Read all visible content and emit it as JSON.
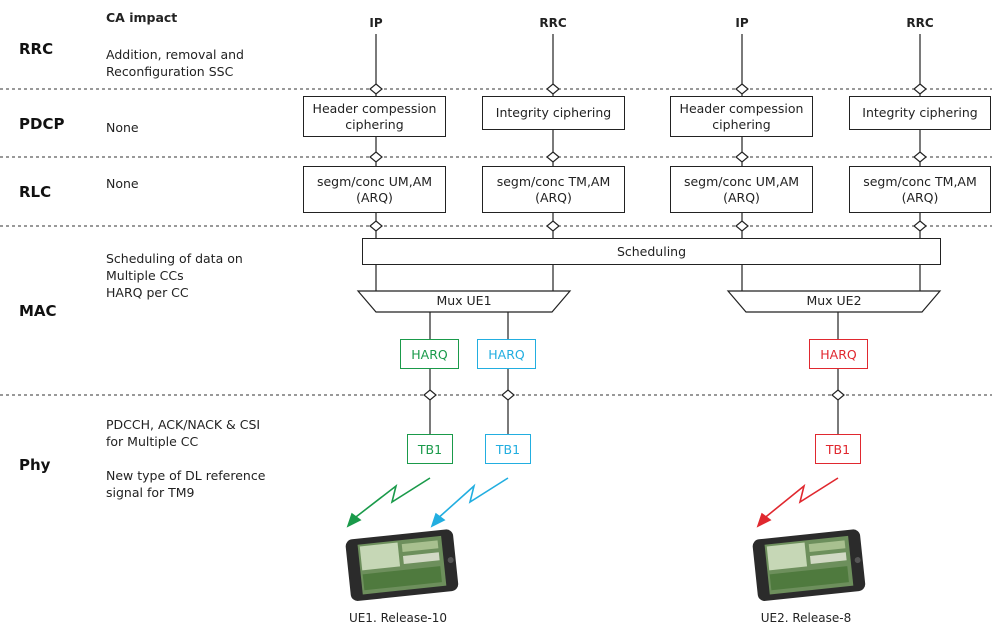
{
  "header": {
    "impact_title": "CA impact",
    "columns": [
      "IP",
      "RRC",
      "IP",
      "RRC"
    ]
  },
  "layers": [
    {
      "name": "RRC",
      "impact": [
        "Addition, removal and",
        "Reconfiguration SSC"
      ]
    },
    {
      "name": "PDCP",
      "impact": [
        "None"
      ]
    },
    {
      "name": "RLC",
      "impact": [
        "None"
      ]
    },
    {
      "name": "MAC",
      "impact": [
        "Scheduling of data on",
        "Multiple CCs",
        "HARQ per CC"
      ]
    },
    {
      "name": "Phy",
      "impact": [
        "PDCCH, ACK/NACK & CSI",
        "for Multiple CC",
        "",
        "New type of DL reference",
        "signal for TM9"
      ]
    }
  ],
  "pdcp_boxes": [
    [
      "Header compession",
      "ciphering"
    ],
    [
      "Integrity ciphering"
    ],
    [
      "Header compession",
      "ciphering"
    ],
    [
      "Integrity ciphering"
    ]
  ],
  "rlc_boxes": [
    [
      "segm/conc UM,AM",
      "(ARQ)"
    ],
    [
      "segm/conc TM,AM",
      "(ARQ)"
    ],
    [
      "segm/conc UM,AM",
      "(ARQ)"
    ],
    [
      "segm/conc TM,AM",
      "(ARQ)"
    ]
  ],
  "mac": {
    "scheduling": "Scheduling",
    "mux1": "Mux UE1",
    "mux2": "Mux UE2",
    "harq": [
      "HARQ",
      "HARQ",
      "HARQ"
    ]
  },
  "phy": {
    "tb": [
      "TB1",
      "TB1",
      "TB1"
    ]
  },
  "ues": [
    "UE1. Release-10",
    "UE2. Release-8"
  ],
  "colors": {
    "green": "#1a9a4a",
    "cyan": "#22aee0",
    "red": "#e0282f",
    "line": "#222222"
  }
}
